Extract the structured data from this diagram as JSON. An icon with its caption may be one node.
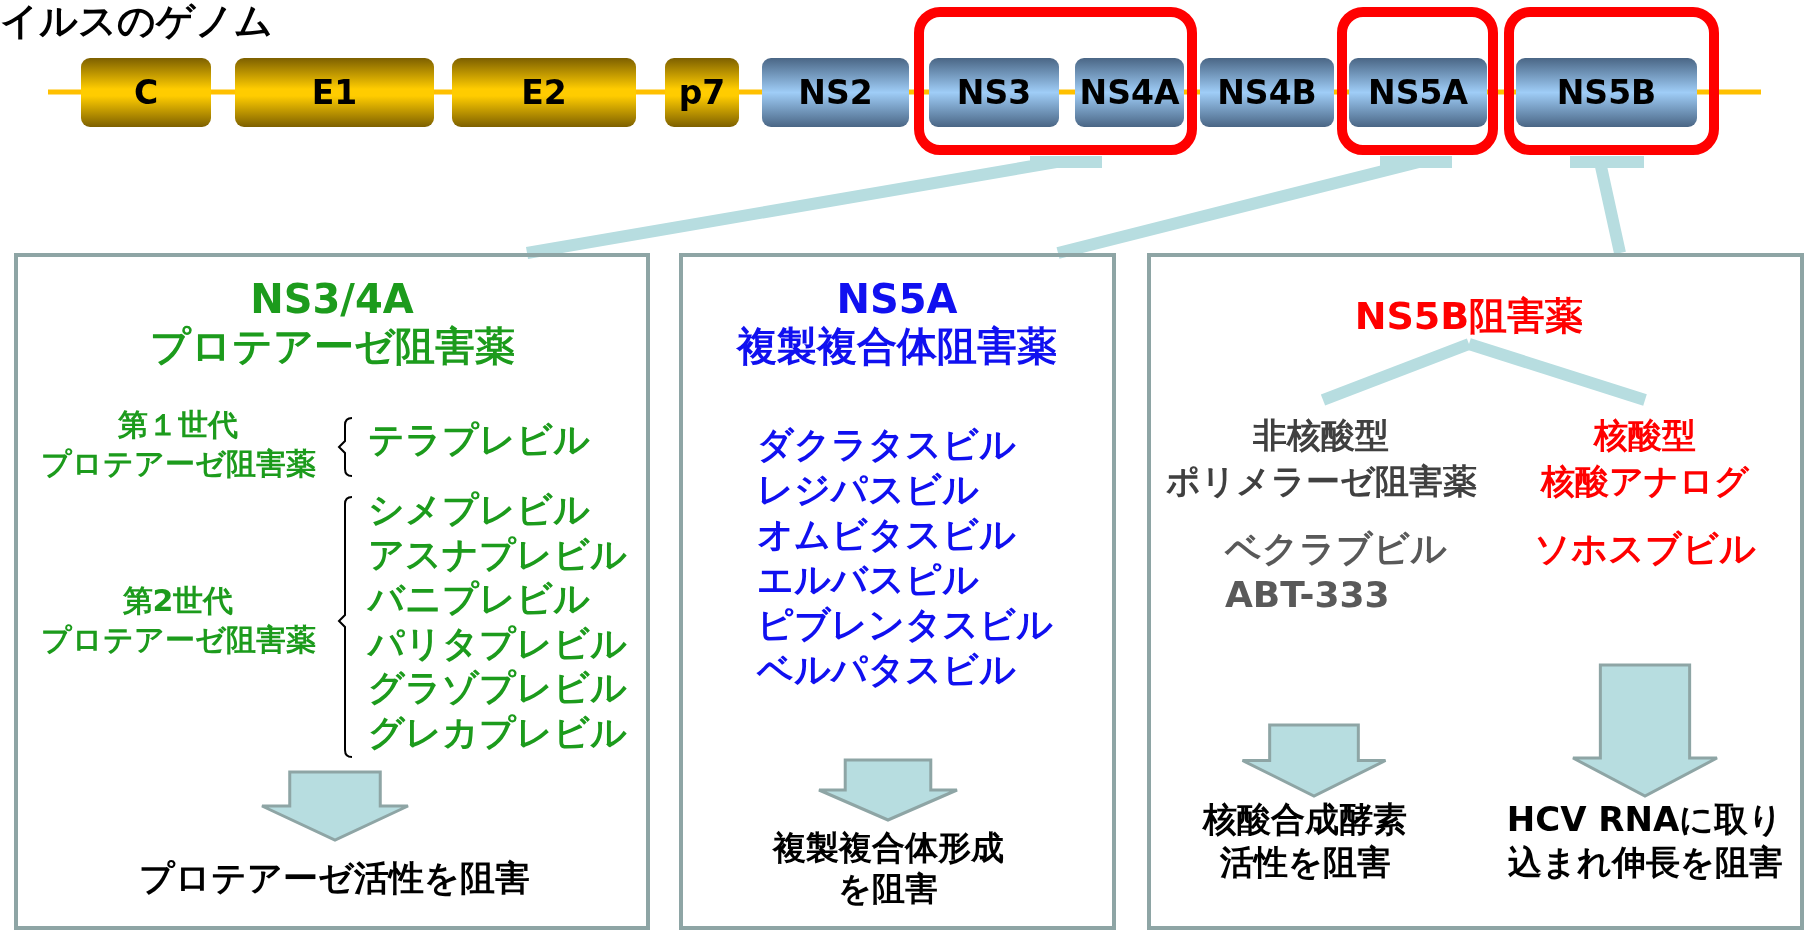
{
  "diagram": {
    "title": "イルスのゲノム",
    "nodes": [
      {
        "text": [
          "C"
        ]
      },
      {
        "text": [
          "E1"
        ]
      },
      {
        "text": [
          "E2"
        ]
      },
      {
        "text": [
          "p7"
        ]
      },
      {
        "text": [
          "NS2"
        ]
      },
      {
        "text": [],
        "shape": "box"
      },
      {
        "text": [
          "NS3"
        ],
        "in": 5
      },
      {
        "text": [
          "NS4A"
        ],
        "in": 5
      },
      {
        "text": [
          "NS4B"
        ]
      },
      {
        "text": [],
        "shape": "box"
      },
      {
        "text": [
          "NS5A"
        ],
        "in": 9
      },
      {
        "text": [],
        "shape": "box"
      },
      {
        "text": [
          "NS5B"
        ],
        "in": 11
      },
      {
        "text": [
          "NS3/4A",
          "プロテアーゼ阻害薬"
        ]
      },
      {
        "text": [
          "第１世代",
          "プロテアーゼ阻害薬",
          "テラプレビル",
          "第2世代",
          "プロテアーゼ阻害薬",
          "シメプレビル",
          "アスナプレビル",
          "バニプレビル",
          "パリタプレビル",
          "グラゾプレビル",
          "グレカプレビル"
        ],
        "in": 13
      },
      {
        "text": [
          "プロテアーゼ活性を阻害"
        ],
        "in": 13
      },
      {
        "text": [
          "NS5A",
          "複製複合体阻害薬"
        ]
      },
      {
        "text": [
          "ダクラタスビル",
          "レジパスビル",
          "オムビタスビル",
          "エルバスピル",
          "ピブレンタスビル",
          "ベルパタスビル"
        ],
        "in": 16
      },
      {
        "text": [
          "複製複合体形成を阻害"
        ],
        "in": 16
      },
      {
        "text": [],
        "shape": "box"
      },
      {
        "text": [
          "NS5B阻害薬"
        ],
        "in": 19
      },
      {
        "text": [
          "非核酸型",
          "ポリメラーゼ阻害薬",
          "ベクラブビル",
          "ABT-333"
        ],
        "in": 19
      },
      {
        "text": [
          "核酸型",
          "核酸アナログ",
          "ソホスブビル"
        ],
        "in": 19
      },
      {
        "text": [
          "核酸合成酵素活性を阻害"
        ],
        "in": 19
      },
      {
        "text": [
          "HCV RNAに取り込まれ伸長を阻害"
        ],
        "in": 19
      }
    ],
    "edges": [
      {
        "from": null,
        "to": 0,
        "arrow": "none"
      },
      {
        "from": 0,
        "to": 1,
        "arrow": "none"
      },
      {
        "from": 1,
        "to": 2,
        "arrow": "none"
      },
      {
        "from": 2,
        "to": 3,
        "arrow": "none"
      },
      {
        "from": 3,
        "to": 4,
        "arrow": "none"
      },
      {
        "from": 4,
        "to": 6,
        "arrow": "none"
      },
      {
        "from": 6,
        "to": 7,
        "arrow": "none"
      },
      {
        "from": 7,
        "to": 8,
        "arrow": "none"
      },
      {
        "from": 8,
        "to": 10,
        "arrow": "none"
      },
      {
        "from": 10,
        "to": 12,
        "arrow": "none"
      },
      {
        "from": 12,
        "to": null,
        "arrow": "none"
      },
      {
        "from": 5,
        "to": 13,
        "arrow": "none",
        "style": "thick",
        "color": "#b7dde0"
      },
      {
        "from": 9,
        "to": 16,
        "arrow": "none",
        "style": "thick",
        "color": "#b7dde0"
      },
      {
        "from": 11,
        "to": 19,
        "arrow": "none",
        "style": "thick",
        "color": "#b7dde0"
      },
      {
        "from": 14,
        "to": 15,
        "arrow": "to",
        "style": "thick",
        "color": "#b7dde0"
      },
      {
        "from": 17,
        "to": 18,
        "arrow": "to",
        "style": "thick",
        "color": "#b7dde0"
      },
      {
        "from": 20,
        "to": 21,
        "arrow": "none",
        "style": "thick",
        "color": "#b7dde0"
      },
      {
        "from": 20,
        "to": 22,
        "arrow": "none",
        "style": "thick",
        "color": "#b7dde0"
      },
      {
        "from": 21,
        "to": 23,
        "arrow": "to",
        "style": "thick",
        "color": "#b7dde0"
      },
      {
        "from": 22,
        "to": 24,
        "arrow": "to",
        "style": "thick",
        "color": "#b7dde0"
      }
    ]
  }
}
